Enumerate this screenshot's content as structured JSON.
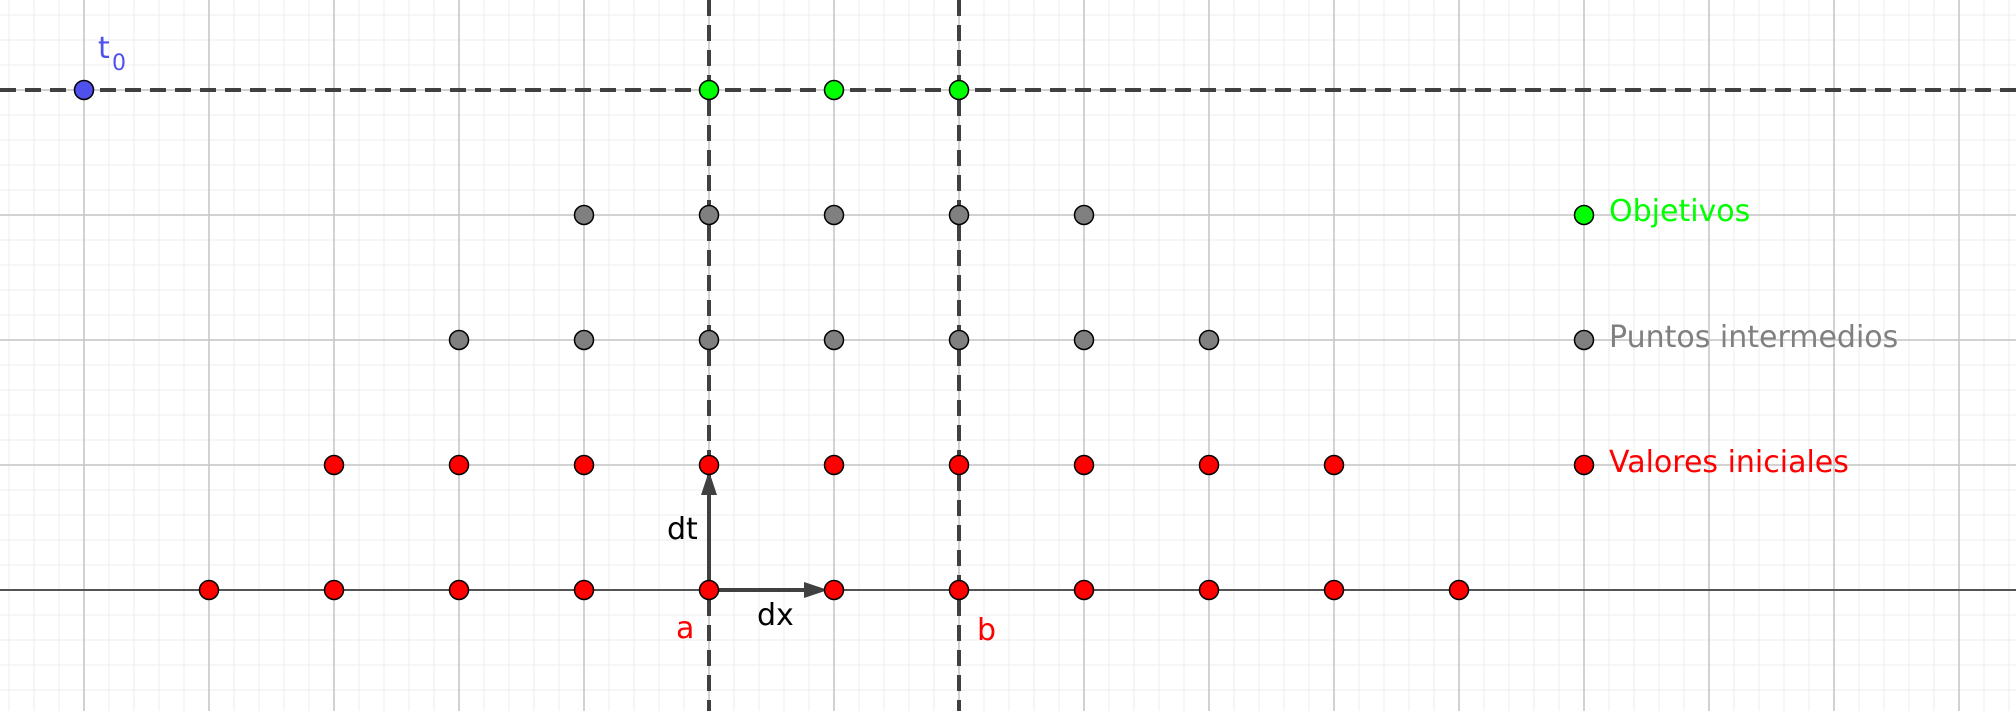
{
  "labels": {
    "t0_main": "t",
    "t0_sub": "0",
    "a": "a",
    "b": "b",
    "dt": "dt",
    "dx": "dx"
  },
  "legend": [
    {
      "key": "objetivos",
      "label": "Objetivos",
      "color": "#00ff00"
    },
    {
      "key": "intermedios",
      "label": "Puntos intermedios",
      "color": "#808080"
    },
    {
      "key": "iniciales",
      "label": "Valores iniciales",
      "color": "#ff0000"
    }
  ],
  "colors": {
    "initial": "#ff0000",
    "intermediate": "#808080",
    "objective": "#00ff00",
    "t0_point": "#5050ee",
    "a_b_label": "#ff0000",
    "t0_label": "#5050ee",
    "dashed_line": "#404040",
    "arrow": "#404040"
  },
  "grid": {
    "columns": [
      {
        "key": "c0",
        "lines": []
      },
      {
        "key": "c1",
        "lines": []
      }
    ]
  },
  "points": {
    "row0_initial": [
      -4,
      -3,
      -2,
      -1,
      0,
      1,
      2,
      3,
      4,
      5,
      6
    ],
    "row1_initial": [
      -3,
      -2,
      -1,
      0,
      1,
      2,
      3,
      4,
      5
    ],
    "row2_intermediate": [
      -2,
      -1,
      0,
      1,
      2,
      3,
      4
    ],
    "row3_intermediate": [
      -1,
      0,
      1,
      2,
      3
    ],
    "row4_objective": [
      0,
      1,
      2
    ],
    "t0_point": {
      "x": -5,
      "t": 4
    }
  }
}
